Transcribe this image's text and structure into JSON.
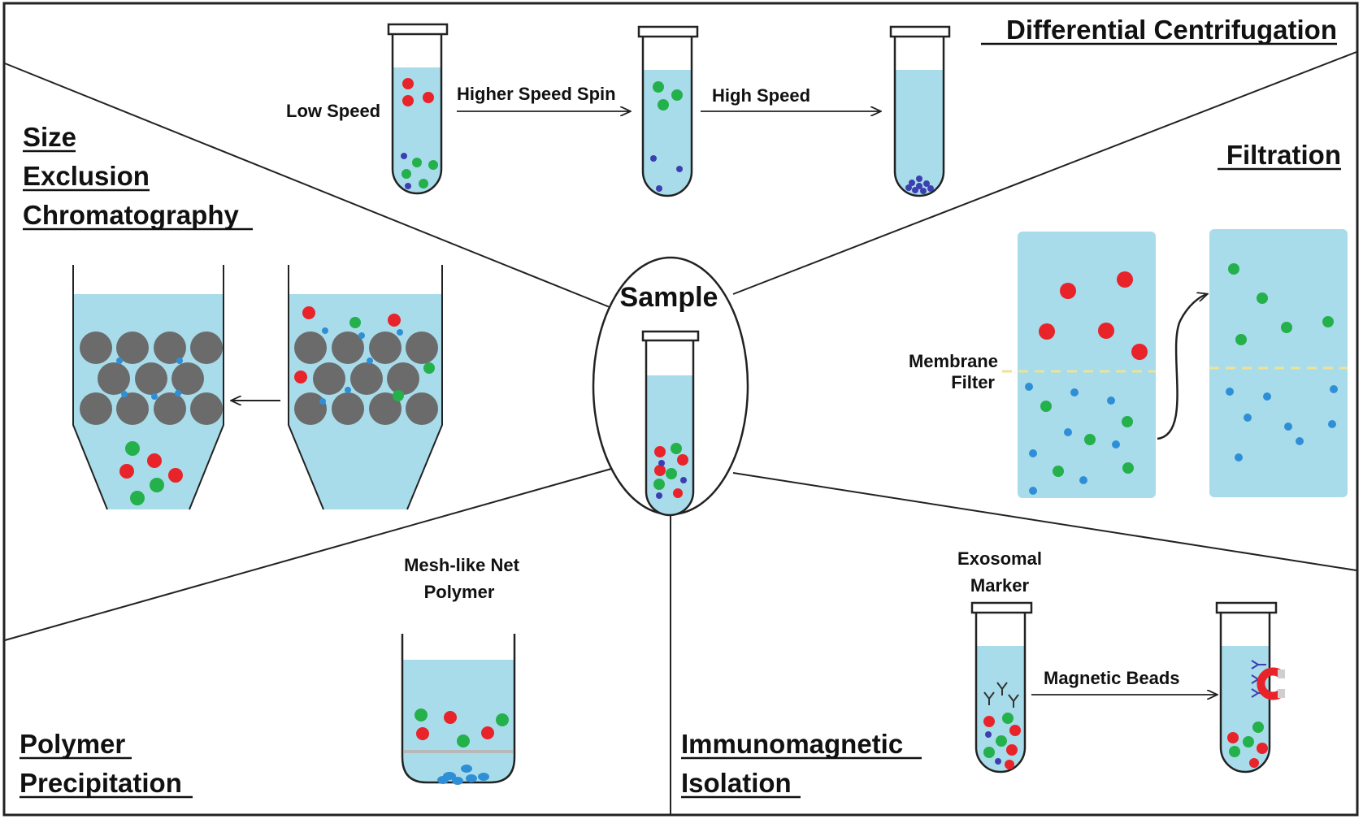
{
  "sections": {
    "differential_centrifugation": "Differential Centrifugation",
    "filtration": "Filtration",
    "sec_line1": "Size",
    "sec_line2": "Exclusion",
    "sec_line3": "Chromatography",
    "polymer_line1": "Polymer",
    "polymer_line2": "Precipitation",
    "immuno_line1": "Immunomagnetic",
    "immuno_line2": "Isolation"
  },
  "center": {
    "label": "Sample"
  },
  "centrifugation": {
    "low_speed": "Low Speed",
    "higher_speed_spin": "Higher Speed Spin",
    "high_speed": "High Speed"
  },
  "filtration": {
    "membrane_line1": "Membrane",
    "membrane_line2": "Filter"
  },
  "precipitation": {
    "mesh_line1": "Mesh-like Net",
    "mesh_line2": "Polymer"
  },
  "immuno": {
    "marker_line1": "Exosomal",
    "marker_line2": "Marker",
    "magnetic_beads": "Magnetic Beads"
  },
  "colors": {
    "liquid": "#a8dcea",
    "red": "#e8232a",
    "green": "#24b04b",
    "dark_blue": "#3d3fb0",
    "small_blue": "#2f8fd6",
    "gray_bead": "#6b6b6b",
    "membrane": "#ece29a",
    "outline": "#222222"
  }
}
